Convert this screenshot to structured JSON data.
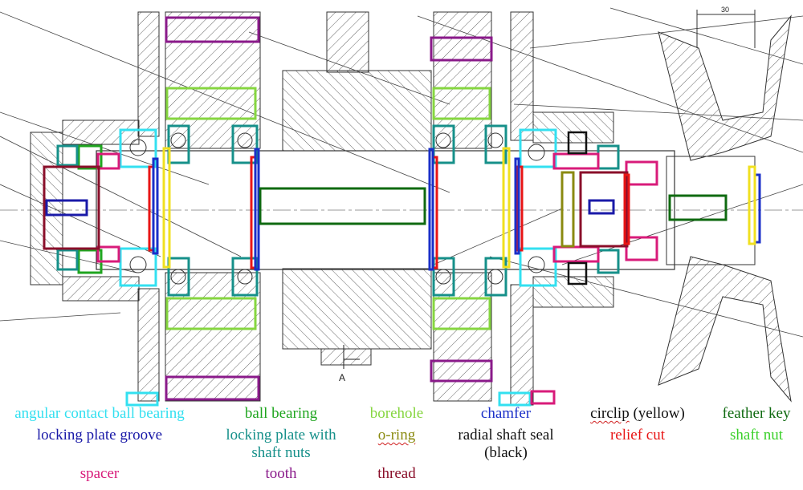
{
  "drawing": {
    "section_label": "A",
    "dimension_label": "30",
    "colors": {
      "line": "#333333",
      "hatch": "#555555",
      "angular_contact_ball_bearing": "#33e0f0",
      "locking_plate_groove": "#1a1aa8",
      "spacer": "#d81b7a",
      "ball_bearing": "#1fa51f",
      "locking_plate_with_shaft_nuts": "#16908a",
      "tooth": "#8a1a8a",
      "borehole": "#86d640",
      "o_ring": "#8a8a10",
      "thread": "#8a0f2a",
      "chamfer": "#1a2fc8",
      "radial_shaft_seal": "#111111",
      "circlip": "#f0e020",
      "relief_cut": "#e81515",
      "feather_key": "#0f6a10",
      "shaft_nut": "#3ad02a"
    }
  },
  "legend": {
    "angular_contact_ball_bearing": "angular contact ball bearing",
    "locking_plate_groove": "locking plate groove",
    "spacer": "spacer",
    "ball_bearing": "ball bearing",
    "locking_plate_with_shaft_nuts": "locking plate with shaft nuts",
    "locking_plate_line1": "locking plate with",
    "locking_plate_line2": "shaft nuts",
    "tooth": "tooth",
    "borehole": "borehole",
    "o_ring": "o-ring",
    "thread": "thread",
    "chamfer": "chamfer",
    "radial_shaft_seal_line1": "radial shaft seal",
    "radial_shaft_seal_line2": "(black)",
    "circlip_word": "circlip",
    "circlip_note": " (yellow)",
    "relief_cut": "relief cut",
    "feather_key": "feather key",
    "shaft_nut": "shaft nut"
  }
}
